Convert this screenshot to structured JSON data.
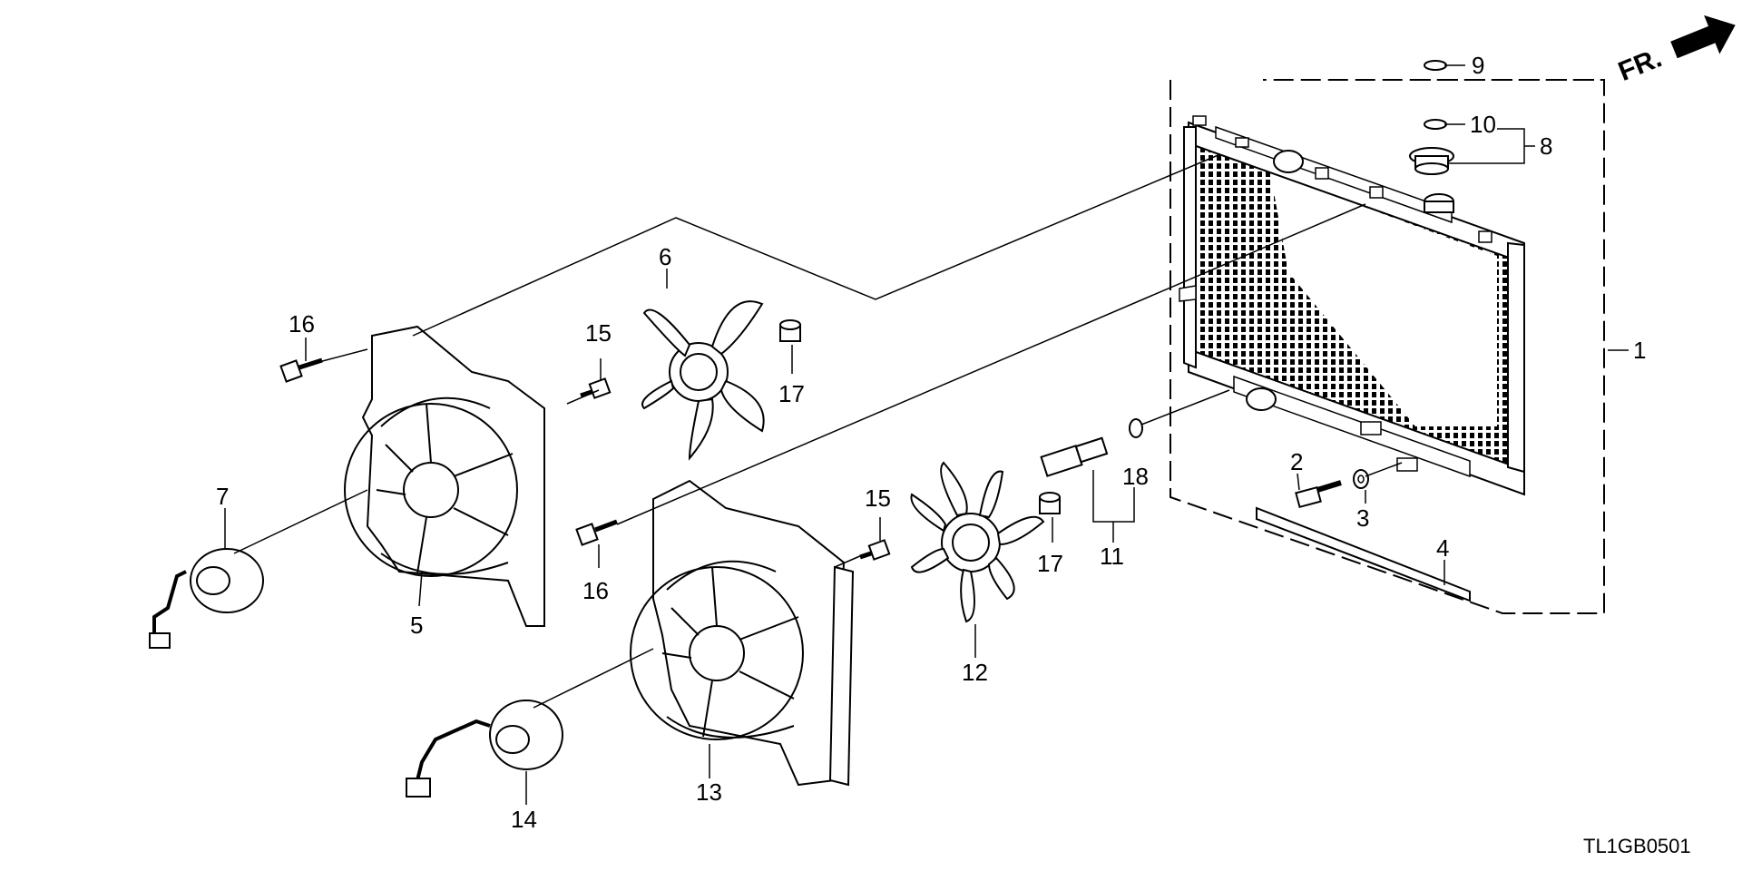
{
  "diagram": {
    "code": "TL1GB0501",
    "direction_label": "FR.",
    "callouts": [
      "1",
      "2",
      "3",
      "4",
      "5",
      "6",
      "7",
      "8",
      "9",
      "10",
      "11",
      "12",
      "13",
      "14",
      "15",
      "15",
      "16",
      "16",
      "17",
      "17",
      "18"
    ]
  },
  "colors": {
    "line": "#000000",
    "background": "#ffffff"
  }
}
